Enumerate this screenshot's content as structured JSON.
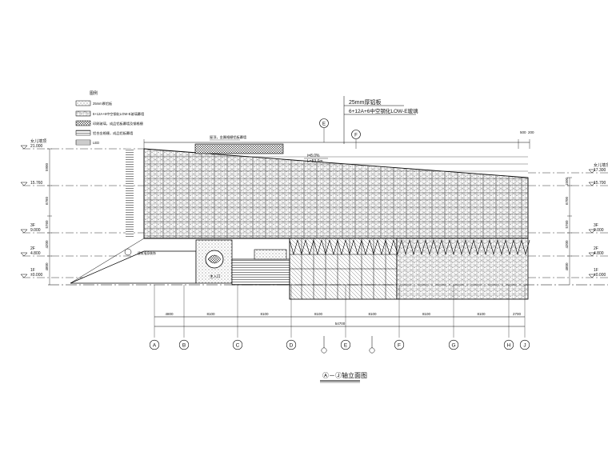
{
  "legend": {
    "title": "图例",
    "items": [
      {
        "label": "25mm厚铝板"
      },
      {
        "label": "6+12A+6中空钢化LOW-E玻璃幕墙"
      },
      {
        "label": "印刷玻璃，成品铝板幕墙及钢格栅"
      },
      {
        "label": "铝合金格栅，成品铝板幕墙"
      },
      {
        "label": "LED"
      }
    ]
  },
  "callouts": {
    "top_line1": "25mm厚铝板",
    "top_line2": "6+12A+6中空钢化LOW-E玻璃",
    "roof_note": "屋顶，金属格栅铝板幕墙",
    "slope1": "i=8.0%",
    "slope2": "L=53.6m",
    "top_right_dim1": "500",
    "top_right_dim2": "200",
    "side_note": "建筑墙身装饰"
  },
  "levels_left": [
    {
      "name": "女儿墙顶",
      "value": "21.000"
    },
    {
      "name": "",
      "value": "15.760"
    },
    {
      "name": "3F",
      "value": "9.000"
    },
    {
      "name": "2F",
      "value": "4.800"
    },
    {
      "name": "1F",
      "value": "±0.000"
    }
  ],
  "levels_right": [
    {
      "name": "女儿墙顶",
      "value": "17.300"
    },
    {
      "name": "",
      "value": "15.700"
    },
    {
      "name": "3F",
      "value": "9.000"
    },
    {
      "name": "2F",
      "value": "4.800"
    },
    {
      "name": "1F",
      "value": "±0.000"
    }
  ],
  "dims_left": [
    "5900",
    "6760",
    "5760",
    "4200",
    "4800"
  ],
  "dims_right": [
    "1500",
    "6700",
    "5760",
    "4200",
    "4800"
  ],
  "bottom_dims": [
    "4800",
    "8100",
    "8100",
    "8100",
    "8100",
    "8100",
    "8100",
    "2700"
  ],
  "total_dim": "54700",
  "axes": [
    "A",
    "B",
    "C",
    "D",
    "E",
    "F",
    "G",
    "H",
    "J"
  ],
  "top_axes": [
    "E",
    "F"
  ],
  "small_axis": "E",
  "entrance_label": "主入口",
  "drawing_title": "Ⓐ－Ⓙ轴立面图"
}
